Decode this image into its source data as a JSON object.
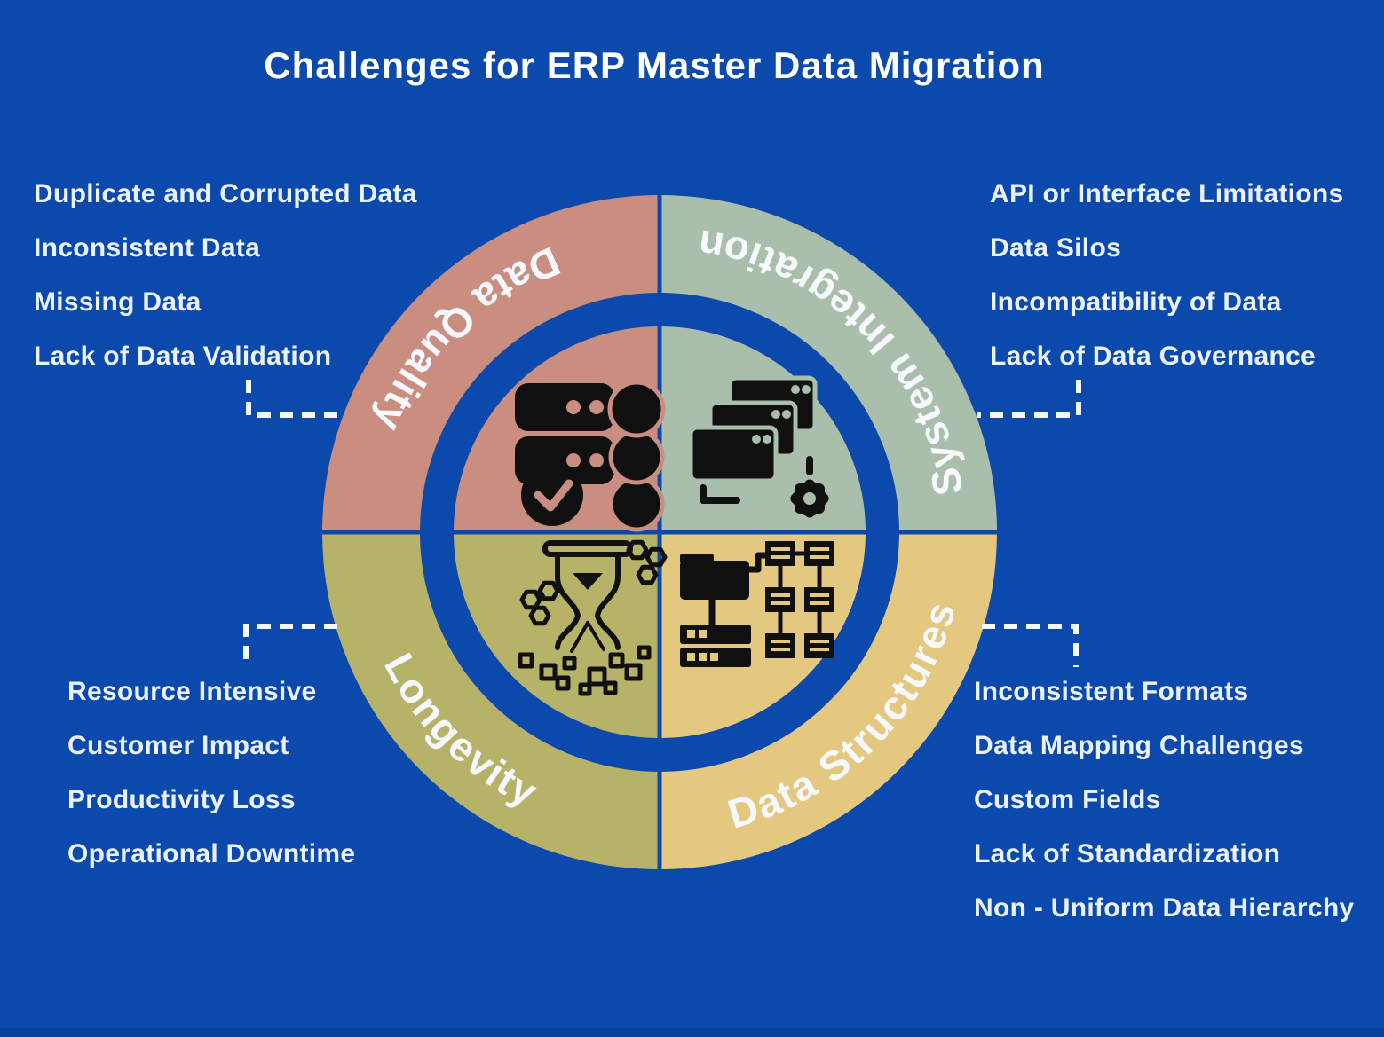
{
  "title": "Challenges for ERP Master Data Migration",
  "colors": {
    "background": "#0b4aac",
    "list_text": "#ecf2fd",
    "label_text": "#f7f9ff",
    "icon_ink": "#101010",
    "bottom_strip": "#09409a"
  },
  "quadrants": [
    {
      "label": "Data Quality",
      "color": "#c98e7f",
      "icon": "database-verified-icon",
      "items": [
        "Duplicate and Corrupted Data",
        "Inconsistent Data",
        "Missing Data",
        "Lack of Data Validation"
      ]
    },
    {
      "label": "System Integration",
      "color": "#a9bfab",
      "icon": "app-windows-gear-icon",
      "items": [
        "API or Interface Limitations",
        "Data Silos",
        "Incompatibility of Data",
        "Lack of Data Governance"
      ]
    },
    {
      "label": "Longevity",
      "color": "#b6b369",
      "icon": "hourglass-fragments-icon",
      "items": [
        "Resource Intensive",
        "Customer Impact",
        "Productivity Loss",
        "Operational Downtime"
      ]
    },
    {
      "label": "Data Structures",
      "color": "#e5c87f",
      "icon": "folder-hierarchy-icon",
      "items": [
        "Inconsistent Formats",
        "Data Mapping Challenges",
        "Custom Fields",
        "Lack of Standardization",
        "Non - Uniform Data Hierarchy"
      ]
    }
  ]
}
